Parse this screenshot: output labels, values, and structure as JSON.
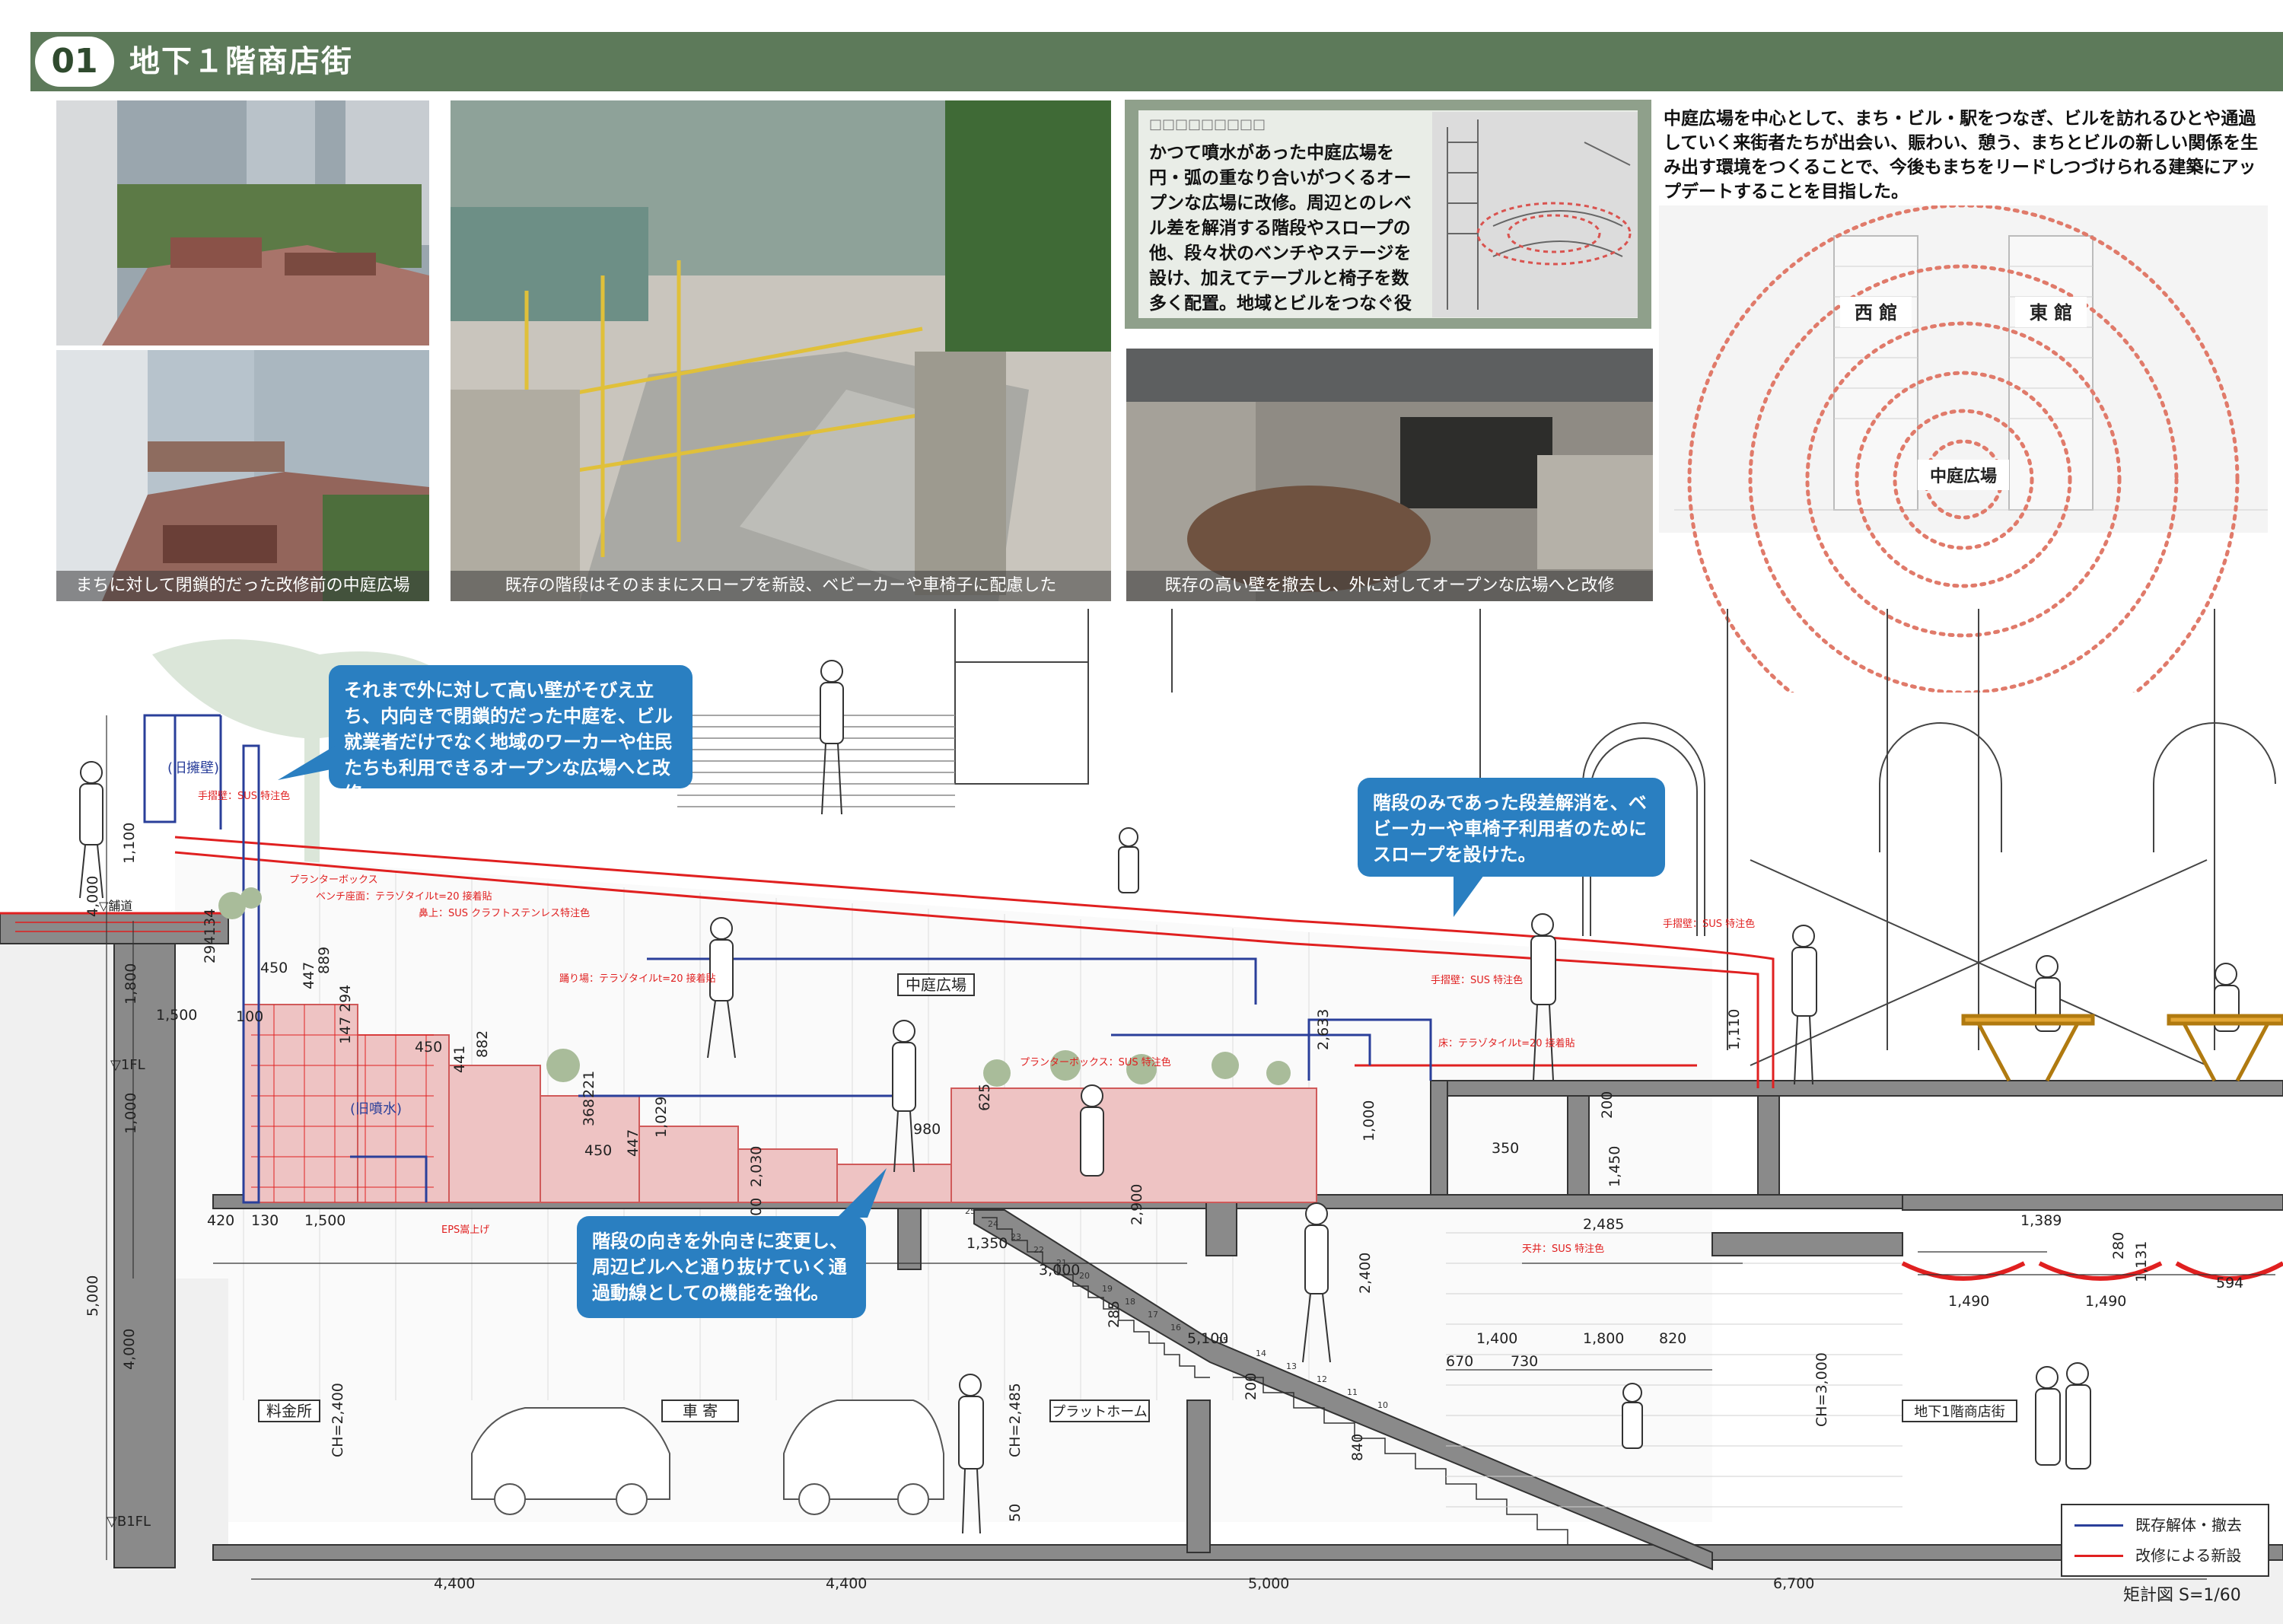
{
  "header": {
    "number": "01",
    "title": "地下１階商店街"
  },
  "photos": {
    "captions": {
      "before": "まちに対して閉鎖的だった改修前の中庭広場",
      "stairs": "既存の階段はそのままにスロープを新設、ベビーカーや車椅子に配慮した",
      "wall": "既存の高い壁を撤去し、外に対してオープンな広場へと改修"
    }
  },
  "card": {
    "label": "□□□□□□□□□",
    "text": "かつて噴水があった中庭広場を円・弧の重なり合いがつくるオープンな広場に改修。周辺とのレベル差を解消する階段やスロープの他、段々状のベンチやステージを設け、加えてテーブルと椅子を数多く配置。地域とビルをつなぐ役割を強化した。"
  },
  "concept": {
    "text": "中庭広場を中心として、まち・ビル・駅をつなぎ、ビルを訪れるひとや通過していく来街者たちが出会い、賑わい、憩う、まちとビルの新しい関係を生み出す環境をつくることで、今後もまちをリードしつづけられる建築にアップデートすることを目指した。",
    "labels": {
      "west": "西 館",
      "east": "東 館",
      "plaza": "中庭広場"
    }
  },
  "bubbles": {
    "wall": "それまで外に対して高い壁がそびえ立ち、内向きで閉鎖的だった中庭を、ビル就業者だけでなく地域のワーカーや住民たちも利用できるオープンな広場へと改修。",
    "slope": "階段のみであった段差解消を、ベビーカーや車椅子利用者のためにスロープを設けた。",
    "stairs": "階段の向きを外向きに変更し、周辺ビルへと通り抜けていく通過動線としての機能を強化。"
  },
  "section": {
    "rooms": {
      "plaza": "中庭広場",
      "toll": "料金所",
      "car": "車 寄",
      "platform": "プラットホーム",
      "shops": "地下1階商店街",
      "old_wall": "(旧擁壁)",
      "old_fountain": "(旧噴水)"
    },
    "levels": {
      "f1": "▽1FL",
      "b1": "▽B1FL",
      "pave": "▽舗道"
    },
    "notes": {
      "n1": "手摺壁：SUS 特注色",
      "n2": "プランターボックス",
      "n3": "ベンチ座面：テラゾタイルt=20 接着貼",
      "n4": "鼻上：SUS クラフトステンレス特注色",
      "n5": "踊り場：テラゾタイルt=20 接着貼",
      "n6": "プランターボックス：SUS 特注色",
      "n7": "手摺壁：SUS 特注色",
      "n8": "手摺壁：SUS 特注色",
      "n9": "床：テラゾタイルt=20 接着貼",
      "n10": "EPS嵩上げ",
      "n11": "天井：SUS 特注色"
    },
    "dims": {
      "d1": "1,100",
      "d2": "4,000",
      "d3": "294",
      "d4": "134",
      "d5": "1,800",
      "d6": "1,500",
      "d7": "450",
      "d8": "447",
      "d9": "889",
      "d10": "147",
      "d11": "294",
      "d12": "450",
      "d13": "441",
      "d14": "882",
      "d15": "100",
      "d16": "1,000",
      "d17": "368",
      "d18": "221",
      "d19": "1,029",
      "d20": "450",
      "d21": "447",
      "d22": "980",
      "d23": "625",
      "d24": "2,633",
      "d25": "1,110",
      "d26": "1,000",
      "d27": "200",
      "d28": "1,450",
      "d29": "350",
      "d30": "2,485",
      "d31": "1,389",
      "d32": "280",
      "d33": "1,490",
      "d34": "1,490",
      "d35": "594",
      "d36": "1,131",
      "d37": "420",
      "d38": "130",
      "d39": "1,500",
      "d40": "5,000",
      "d41": "4,000",
      "d42": "CH=2,400",
      "d43": "CH=2,485",
      "d44": "50",
      "d45": "2,030",
      "d46": "200",
      "d47": "2,900",
      "d48": "1,350",
      "d49": "3,000",
      "d50": "285",
      "d51": "5,100",
      "d52": "200",
      "d53": "840",
      "d54": "2,400",
      "d55": "1,400",
      "d56": "1,800",
      "d57": "820",
      "d58": "670",
      "d59": "730",
      "d60": "CH=3,000",
      "d61": "4,400",
      "d62": "4,400",
      "d63": "5,000",
      "d64": "6,700"
    },
    "steps": [
      "25",
      "24",
      "23",
      "22",
      "21",
      "20",
      "19",
      "18",
      "17",
      "16",
      "15",
      "14",
      "13",
      "12",
      "11",
      "10"
    ]
  },
  "legend": {
    "existing": "既存解体・撤去",
    "new": "改修による新設"
  },
  "colors": {
    "header": "#5d7a5a",
    "bubble": "#2a7fc1",
    "existing": "#2a3f9a",
    "new": "#e02020",
    "pink": "#eec3c3"
  },
  "scale": "矩計図 S=1/60"
}
